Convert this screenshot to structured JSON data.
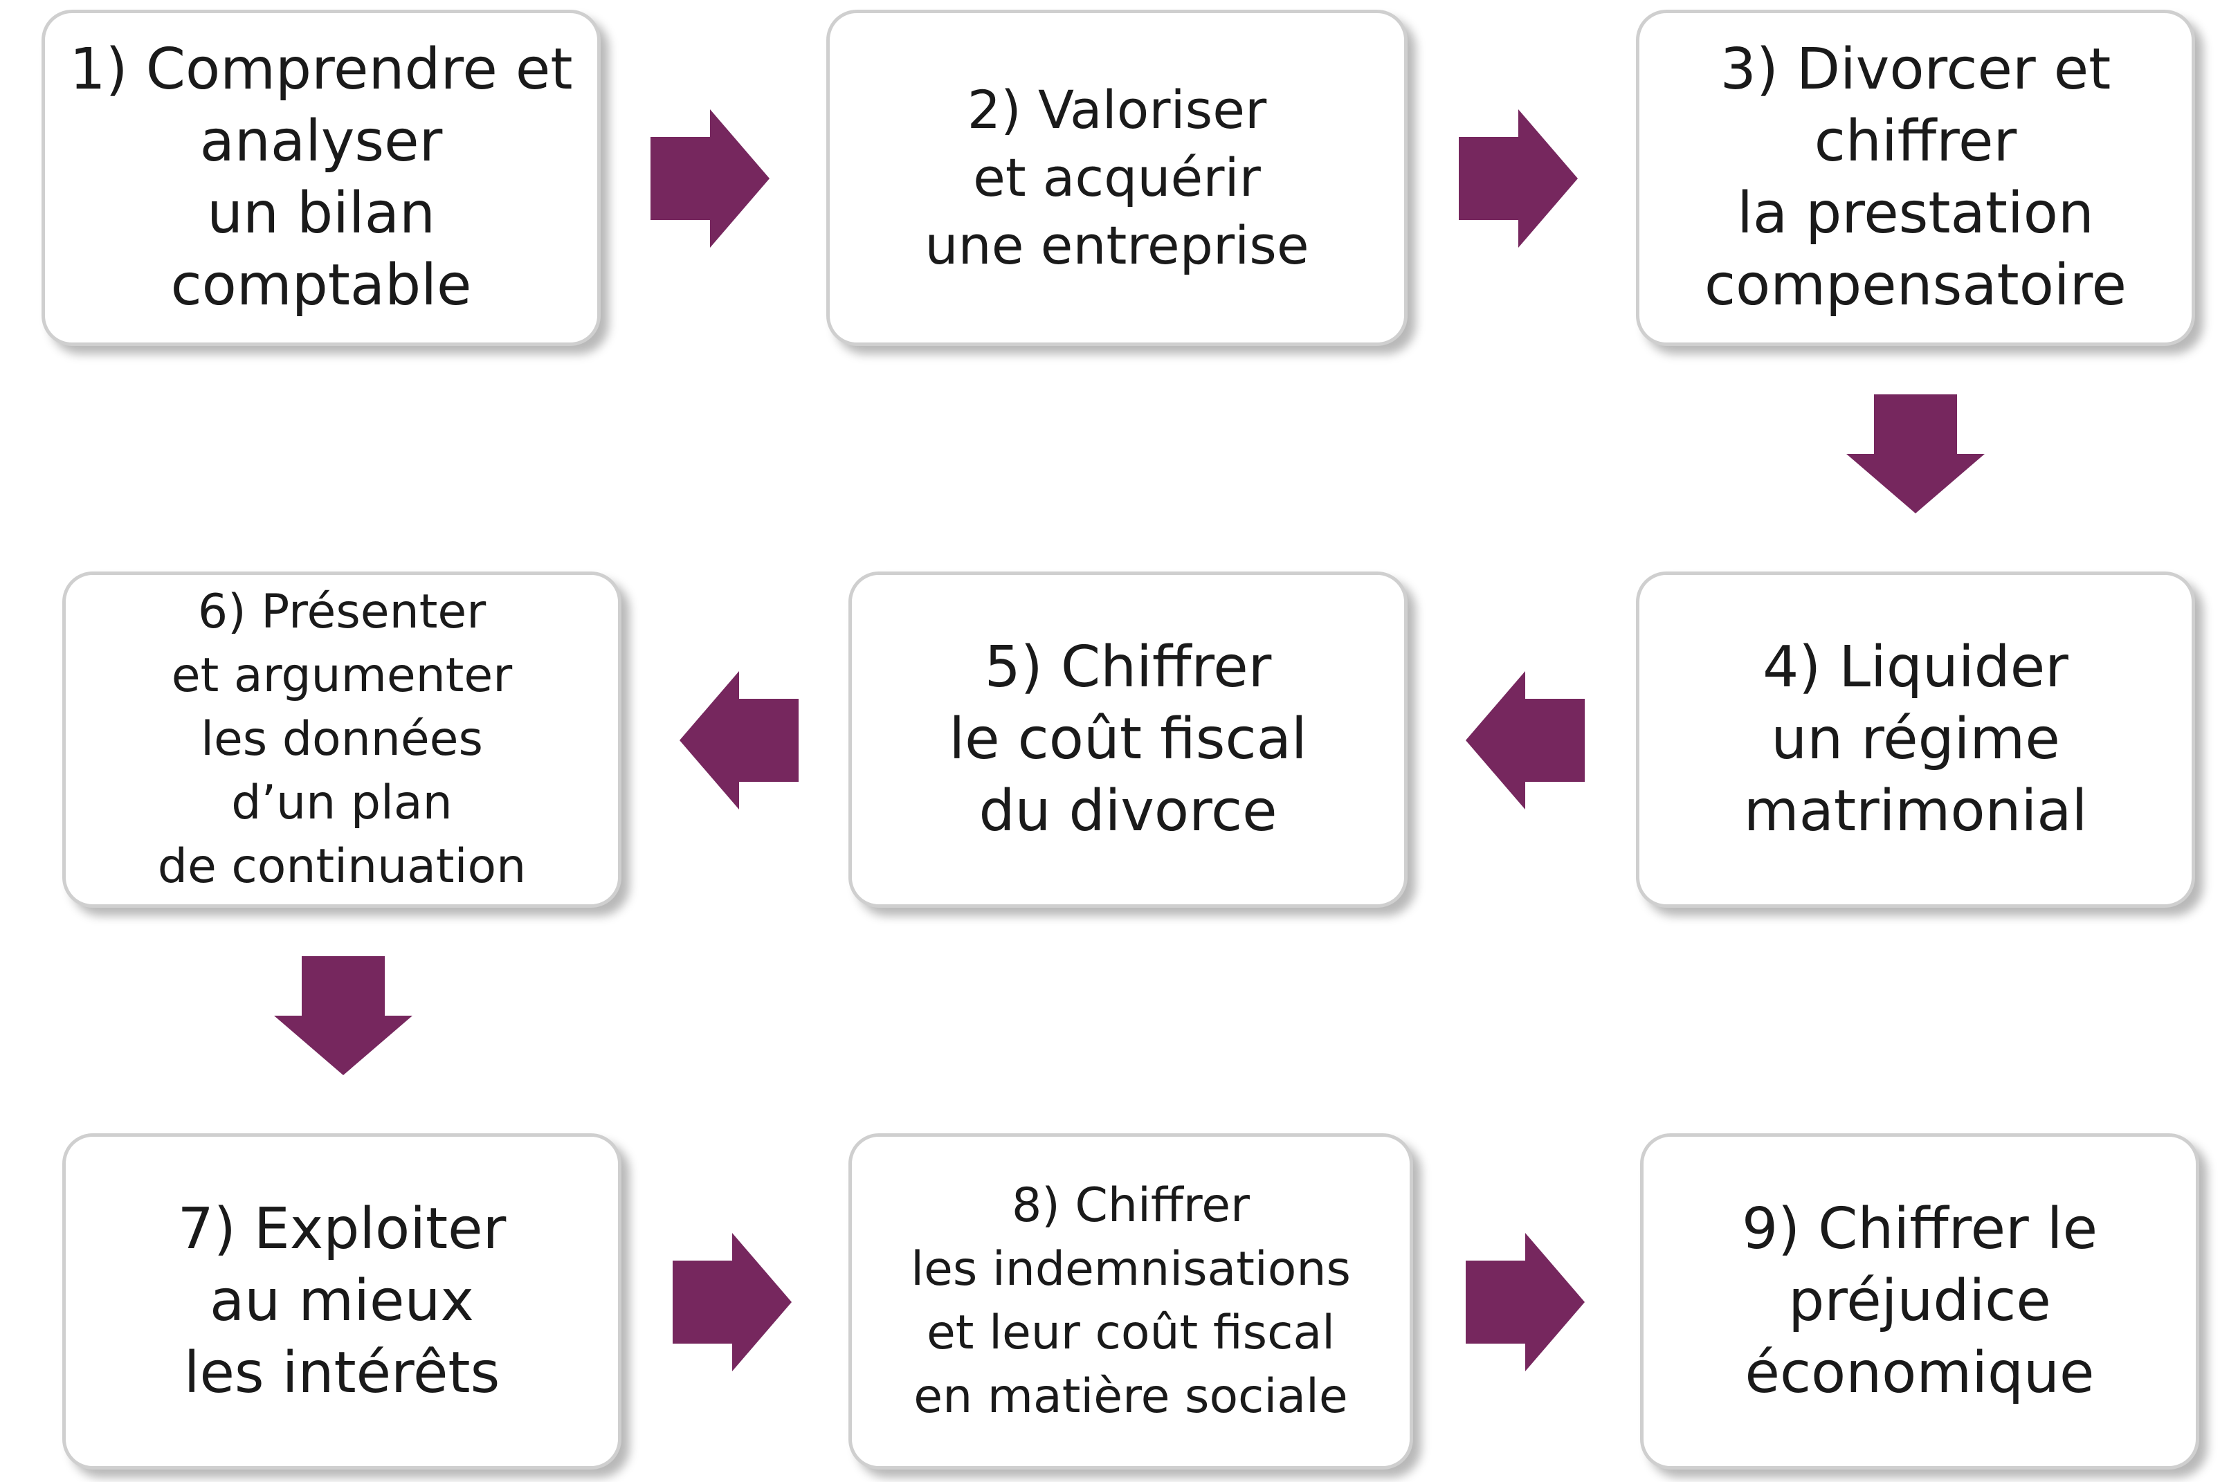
{
  "colors": {
    "arrow": "#76275E",
    "border": "#cfcfcf",
    "text": "#1a1a1a"
  },
  "steps": [
    {
      "lines": [
        "1) Comprendre et",
        "analyser",
        "un bilan",
        "comptable"
      ]
    },
    {
      "lines": [
        "2) Valoriser",
        "et acquérir",
        "une entreprise"
      ]
    },
    {
      "lines": [
        "3) Divorcer et",
        "chiffrer",
        "la prestation",
        "compensatoire"
      ]
    },
    {
      "lines": [
        "4) Liquider",
        "un régime",
        "matrimonial"
      ]
    },
    {
      "lines": [
        "5) Chiffrer",
        "le coût fiscal",
        "du divorce"
      ]
    },
    {
      "lines": [
        "6) Présenter",
        "et argumenter",
        "les données",
        "d’un plan",
        "de continuation"
      ]
    },
    {
      "lines": [
        "7) Exploiter",
        "au mieux",
        "les intérêts"
      ]
    },
    {
      "lines": [
        "8) Chiffrer",
        "les indemnisations",
        "et leur coût fiscal",
        "en matière sociale"
      ]
    },
    {
      "lines": [
        "9) Chiffrer le",
        "préjudice",
        "économique"
      ]
    }
  ],
  "arrows": [
    {
      "from": 1,
      "to": 2,
      "direction": "right"
    },
    {
      "from": 2,
      "to": 3,
      "direction": "right"
    },
    {
      "from": 3,
      "to": 4,
      "direction": "down"
    },
    {
      "from": 4,
      "to": 5,
      "direction": "left"
    },
    {
      "from": 5,
      "to": 6,
      "direction": "left"
    },
    {
      "from": 6,
      "to": 7,
      "direction": "down"
    },
    {
      "from": 7,
      "to": 8,
      "direction": "right"
    },
    {
      "from": 8,
      "to": 9,
      "direction": "right"
    }
  ]
}
